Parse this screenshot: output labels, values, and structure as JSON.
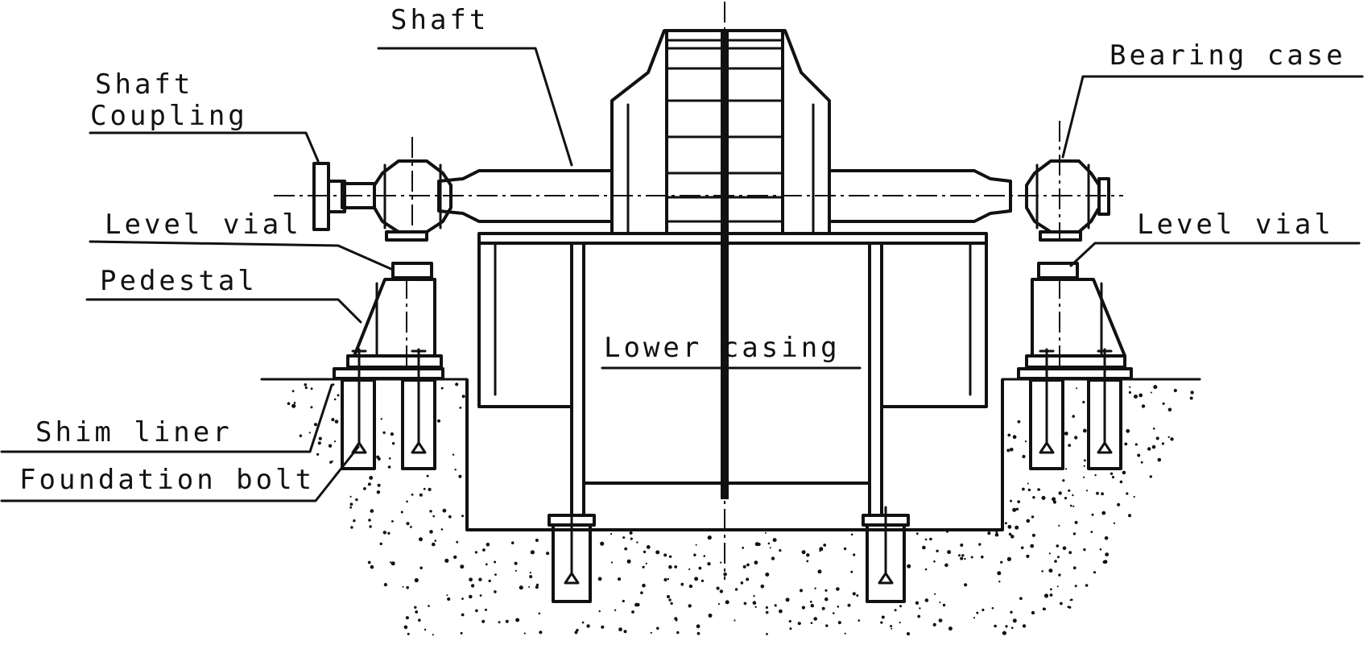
{
  "diagram": {
    "labels": {
      "shaft": "Shaft",
      "bearing_case": "Bearing case",
      "shaft_coupling_line1": "Shaft",
      "shaft_coupling_line2": "Coupling",
      "level_vial_left": "Level vial",
      "level_vial_right": "Level vial",
      "pedestal": "Pedestal",
      "lower_casing": "Lower casing",
      "shim_liner": "Shim liner",
      "foundation_bolt": "Foundation bolt"
    },
    "line_color": "#111111",
    "background": "#ffffff"
  }
}
